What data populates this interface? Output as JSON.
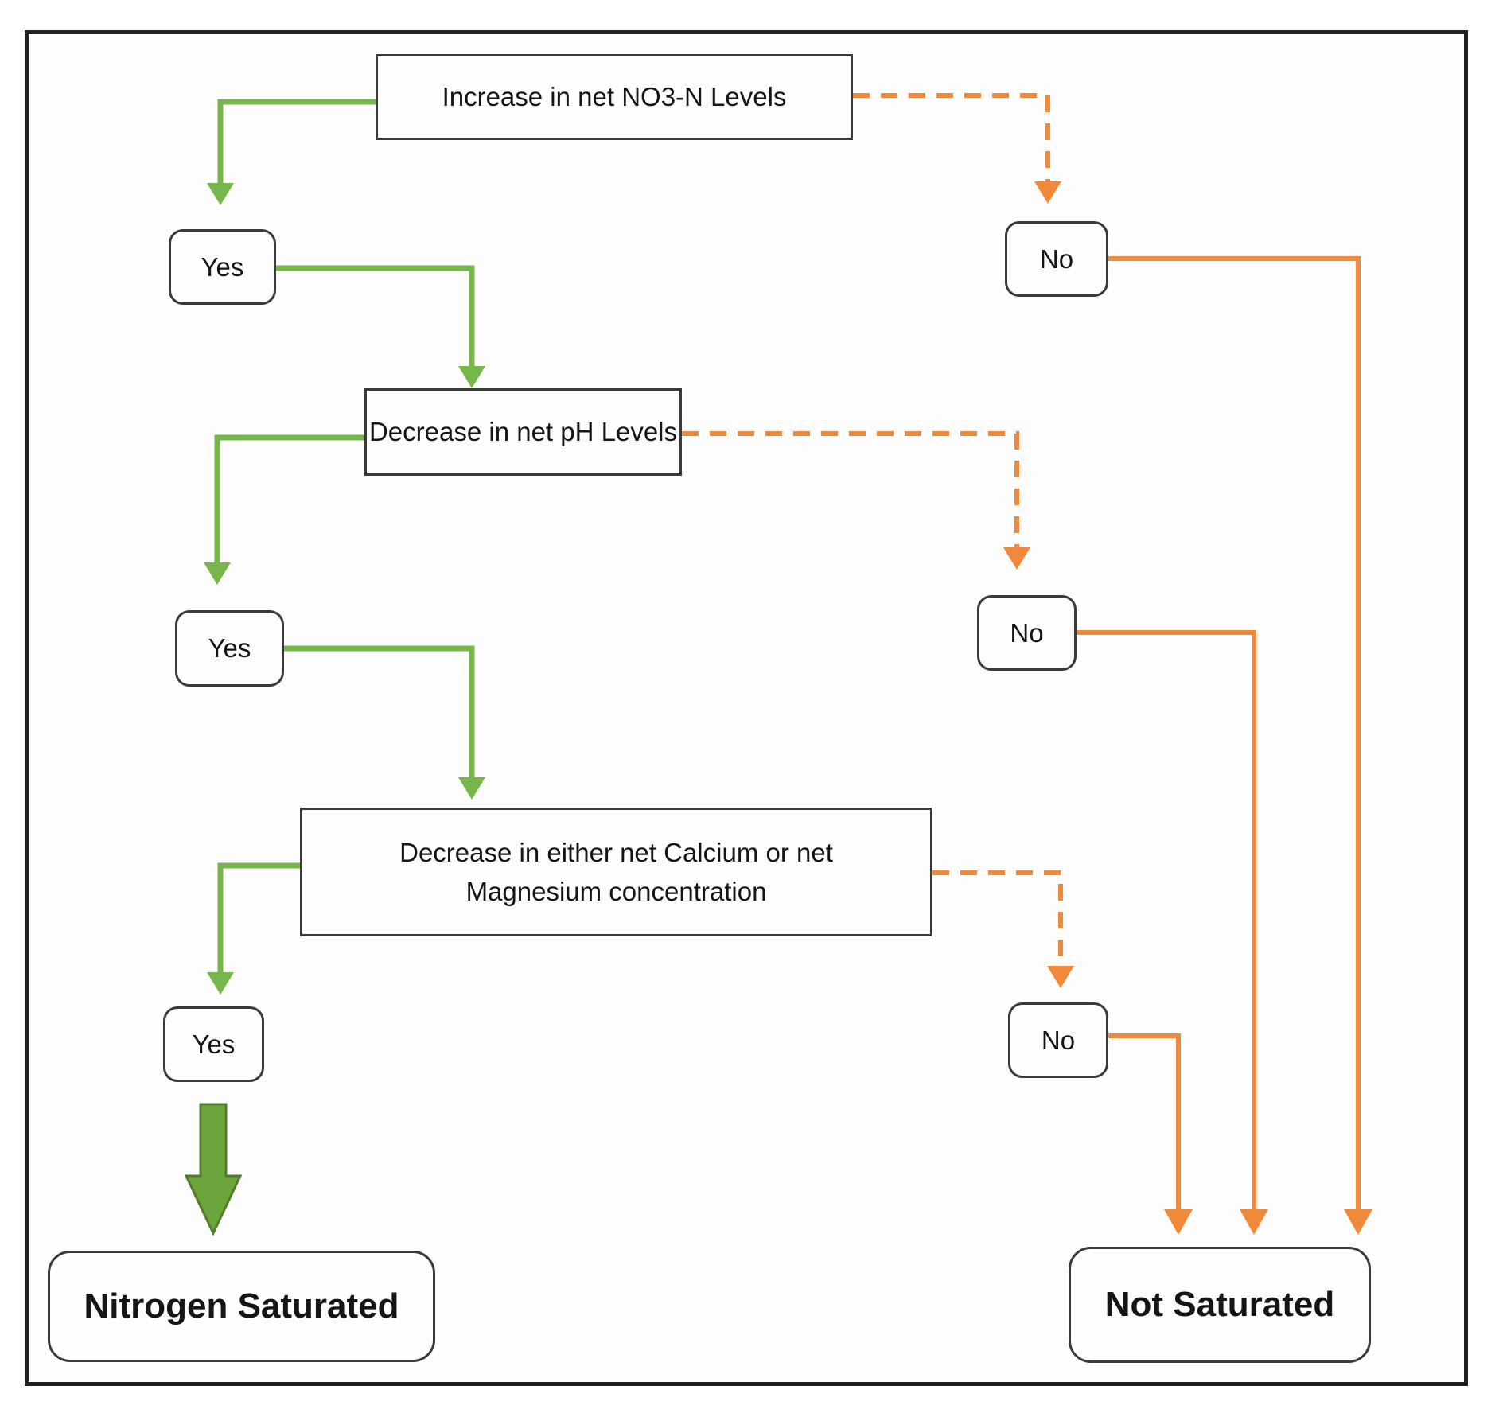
{
  "flowchart": {
    "questions": [
      {
        "label": "Increase in net NO3-N Levels"
      },
      {
        "label": "Decrease in net pH Levels"
      },
      {
        "line1": "Decrease in either net Calcium or net",
        "line2": "Magnesium concentration"
      }
    ],
    "yes_labels": [
      "Yes",
      "Yes",
      "Yes"
    ],
    "no_labels": [
      "No",
      "No",
      "No"
    ],
    "outcomes": {
      "saturated": "Nitrogen Saturated",
      "not_saturated": "Not Saturated"
    },
    "edges": [
      {
        "from": "question-1",
        "to": "yes-1",
        "answer": "yes",
        "style": "solid-green"
      },
      {
        "from": "question-1",
        "to": "no-1",
        "answer": "no",
        "style": "dashed-orange"
      },
      {
        "from": "yes-1",
        "to": "question-2",
        "answer": "yes",
        "style": "solid-green"
      },
      {
        "from": "question-2",
        "to": "yes-2",
        "answer": "yes",
        "style": "solid-green"
      },
      {
        "from": "question-2",
        "to": "no-2",
        "answer": "no",
        "style": "dashed-orange"
      },
      {
        "from": "yes-2",
        "to": "question-3",
        "answer": "yes",
        "style": "solid-green"
      },
      {
        "from": "question-3",
        "to": "yes-3",
        "answer": "yes",
        "style": "solid-green"
      },
      {
        "from": "question-3",
        "to": "no-3",
        "answer": "no",
        "style": "dashed-orange"
      },
      {
        "from": "yes-3",
        "to": "nitrogen-saturated",
        "answer": "yes",
        "style": "block-green-arrow"
      },
      {
        "from": "no-1",
        "to": "not-saturated",
        "answer": "no",
        "style": "solid-orange"
      },
      {
        "from": "no-2",
        "to": "not-saturated",
        "answer": "no",
        "style": "solid-orange"
      },
      {
        "from": "no-3",
        "to": "not-saturated",
        "answer": "no",
        "style": "solid-orange"
      }
    ],
    "colors": {
      "yes_arrow": "#76B64A",
      "yes_block_fill": "#6CA53C",
      "yes_block_stroke": "#507C2B",
      "no_arrow": "#F08A3A",
      "box_border": "#3a3a3a",
      "frame_border": "#212121"
    }
  }
}
